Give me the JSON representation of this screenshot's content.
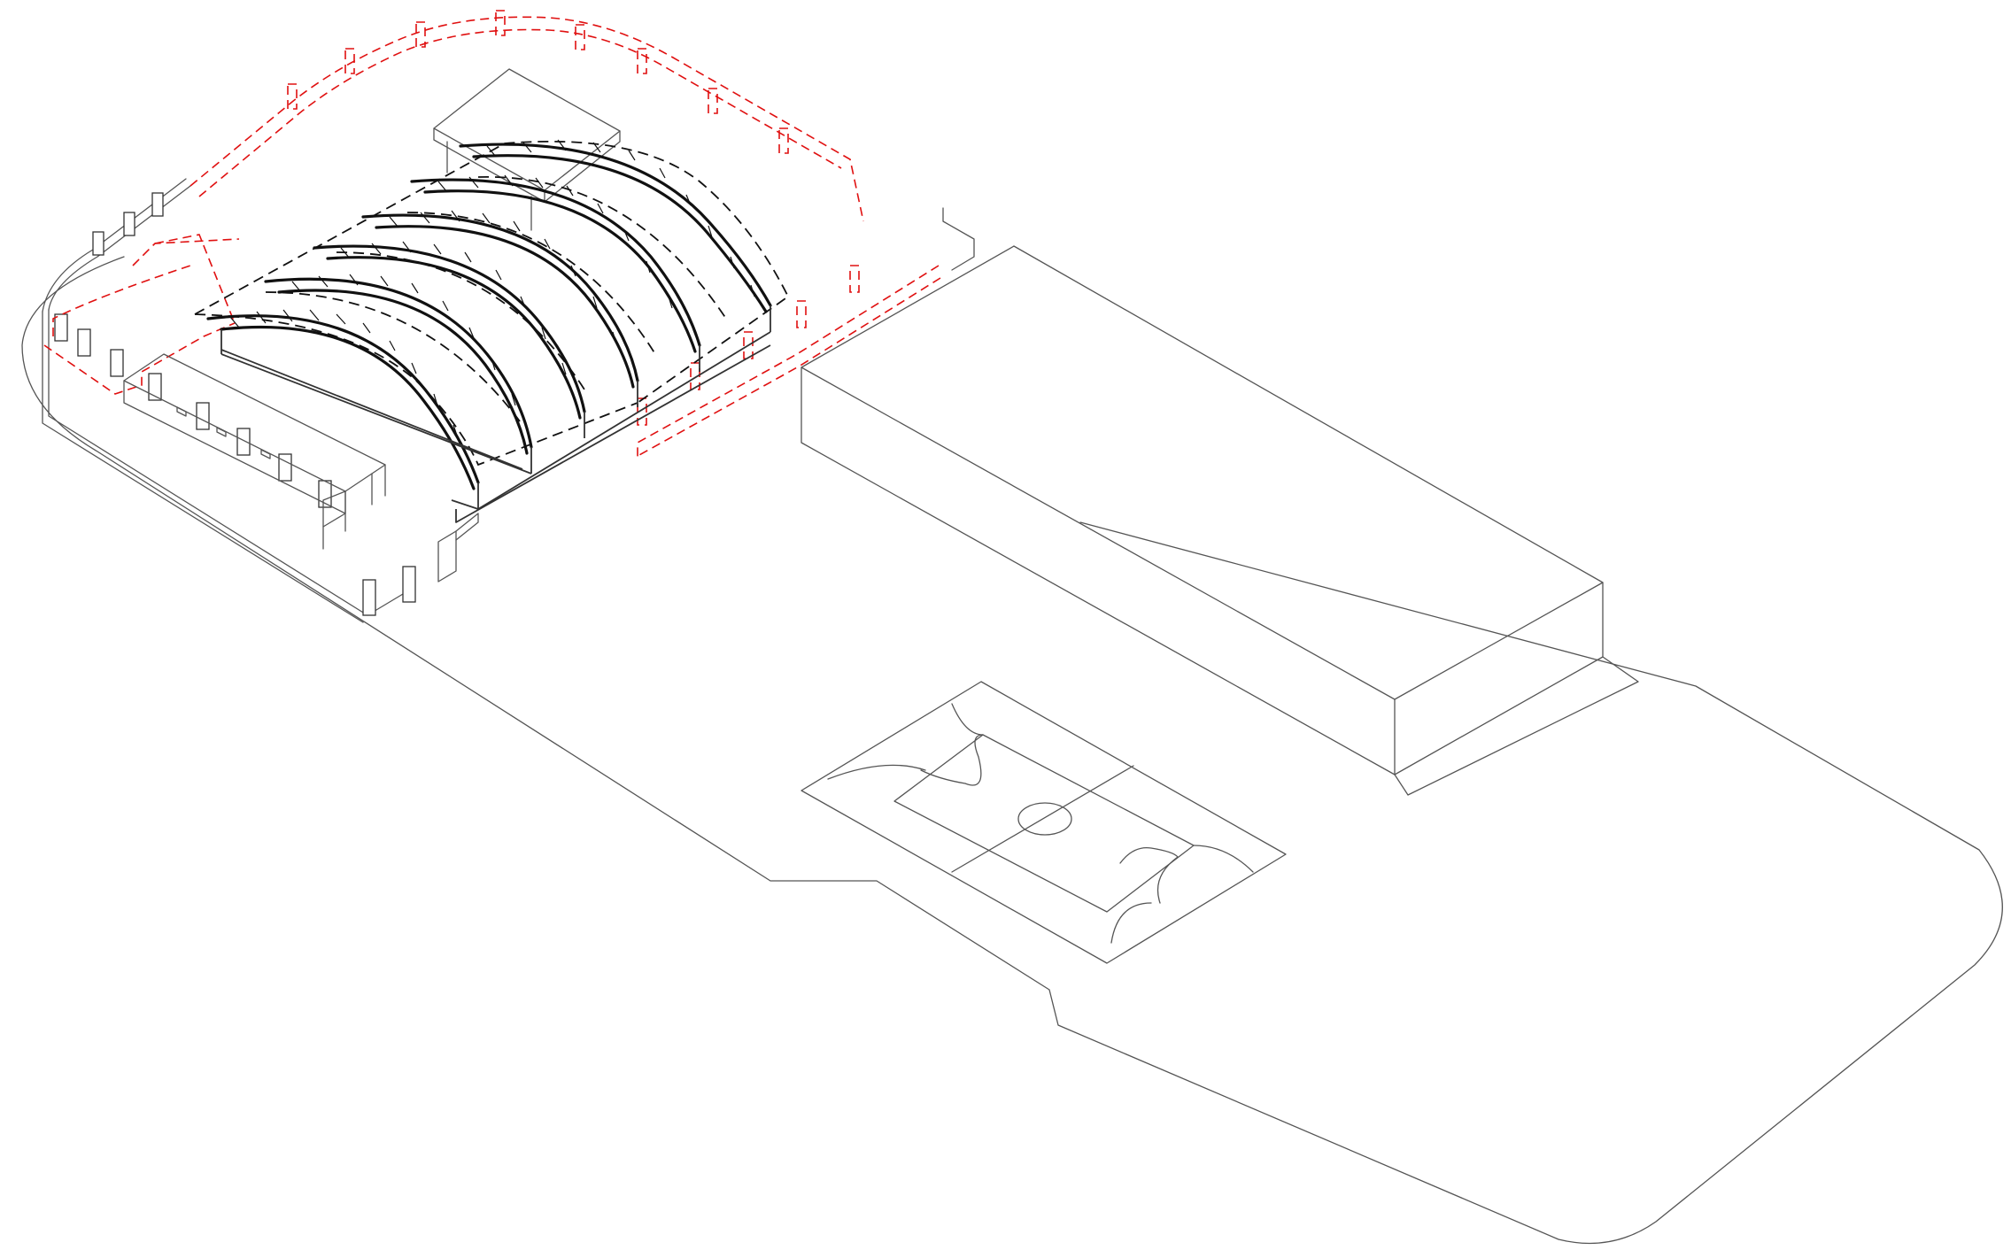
{
  "drawing": {
    "kind": "axonometric-site-diagram",
    "colors": {
      "background": "#ffffff",
      "existing": "#333333",
      "demolition_dashed": "#e01010",
      "new_structure": "#111111"
    },
    "elements": [
      "site-boundary",
      "perimeter-wall",
      "red-dashed-perimeter",
      "steel-truss-roof",
      "black-dashed-roof-outline",
      "small-building",
      "rear-canopy",
      "large-block-building",
      "basketball-court",
      "entrance-gate"
    ],
    "truss_count": 6
  }
}
